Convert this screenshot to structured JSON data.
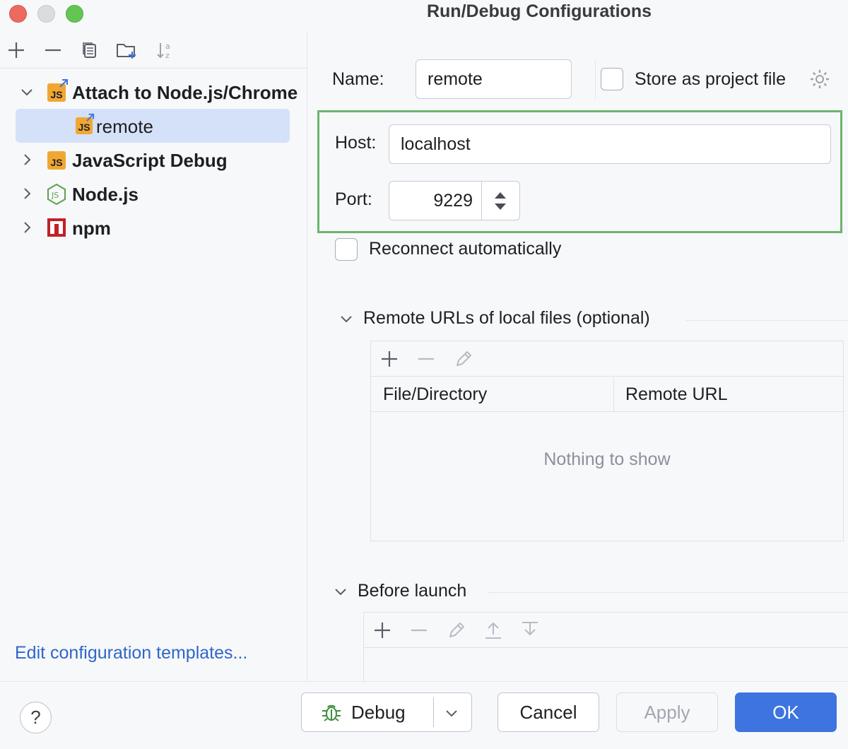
{
  "window": {
    "title": "Run/Debug Configurations"
  },
  "tree": {
    "items": [
      {
        "label": "Attach to Node.js/Chrome",
        "expanded": true
      },
      {
        "label": "remote",
        "selected": true
      },
      {
        "label": "JavaScript Debug",
        "expanded": false
      },
      {
        "label": "Node.js",
        "expanded": false
      },
      {
        "label": "npm",
        "expanded": false
      }
    ],
    "js_badge": "JS"
  },
  "left": {
    "edit_templates_link": "Edit configuration templates..."
  },
  "form": {
    "name_label": "Name:",
    "name_value": "remote",
    "store_label": "Store as project file",
    "host_label": "Host:",
    "host_value": "localhost",
    "port_label": "Port:",
    "port_value": "9229",
    "reconnect_label": "Reconnect automatically"
  },
  "remote_urls": {
    "section_title": "Remote URLs of local files (optional)",
    "columns": [
      "File/Directory",
      "Remote URL"
    ],
    "empty_text": "Nothing to show"
  },
  "before_launch": {
    "section_title": "Before launch"
  },
  "footer": {
    "help": "?",
    "debug_label": "Debug",
    "cancel_label": "Cancel",
    "apply_label": "Apply",
    "ok_label": "OK"
  },
  "colors": {
    "accent": "#3d74e0",
    "link": "#2f66c9",
    "highlight_border": "#6cb56c",
    "selection": "#d5e1f8",
    "js_badge": "#f0a732",
    "npm_red": "#c12127"
  }
}
